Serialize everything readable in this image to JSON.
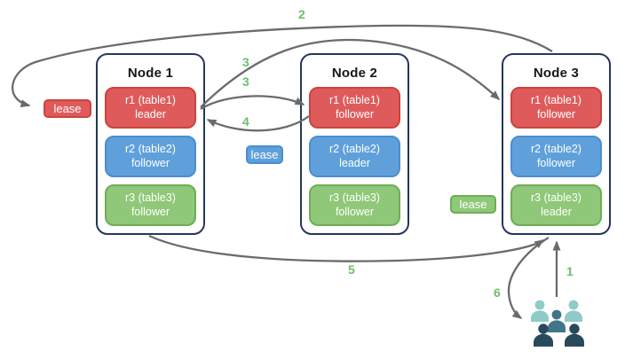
{
  "nodes": [
    {
      "title": "Node 1",
      "replicas": [
        {
          "label": "r1 (table1)",
          "role": "leader",
          "color": "red"
        },
        {
          "label": "r2 (table2)",
          "role": "follower",
          "color": "blue"
        },
        {
          "label": "r3 (table3)",
          "role": "follower",
          "color": "green"
        }
      ]
    },
    {
      "title": "Node 2",
      "replicas": [
        {
          "label": "r1 (table1)",
          "role": "follower",
          "color": "red"
        },
        {
          "label": "r2 (table2)",
          "role": "leader",
          "color": "blue"
        },
        {
          "label": "r3 (table3)",
          "role": "follower",
          "color": "green"
        }
      ]
    },
    {
      "title": "Node 3",
      "replicas": [
        {
          "label": "r1 (table1)",
          "role": "follower",
          "color": "red"
        },
        {
          "label": "r2 (table2)",
          "role": "follower",
          "color": "blue"
        },
        {
          "label": "r3 (table3)",
          "role": "leader",
          "color": "green"
        }
      ]
    }
  ],
  "leases": [
    {
      "label": "lease",
      "color": "red"
    },
    {
      "label": "lease",
      "color": "blue"
    },
    {
      "label": "lease",
      "color": "green"
    }
  ],
  "steps": {
    "s1": "1",
    "s2": "2",
    "s3a": "3",
    "s3b": "3",
    "s4": "4",
    "s5": "5",
    "s6": "6"
  },
  "icons": {
    "users": "users-group-icon"
  },
  "colors": {
    "replica_red": "#DF5B5B",
    "replica_red_border": "#CC433E",
    "replica_blue": "#5FA0DB",
    "replica_blue_border": "#4A8ED0",
    "replica_green": "#8FC878",
    "replica_green_border": "#6FAE55",
    "node_border": "#24385B",
    "arrow": "#6B6B6B",
    "step_label": "#6CBF6C",
    "users_light_teal": "#8FCBC7",
    "users_mid_teal": "#41768A",
    "users_dark_navy": "#28495C"
  }
}
